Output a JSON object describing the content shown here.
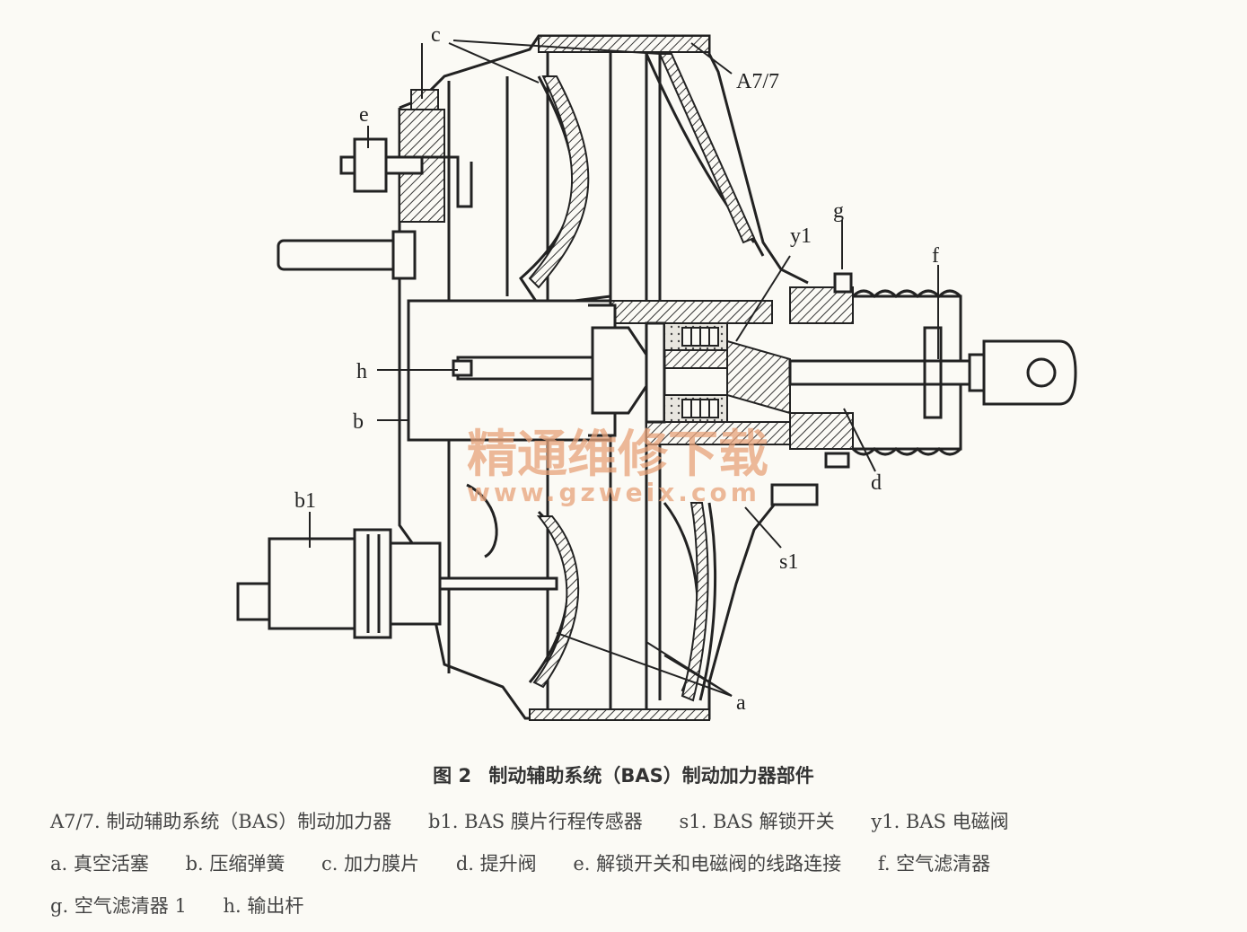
{
  "labels": {
    "c": "c",
    "a77": "A7/7",
    "e": "e",
    "g": "g",
    "y1": "y1",
    "f": "f",
    "h": "h",
    "b": "b",
    "d": "d",
    "b1": "b1",
    "s1": "s1",
    "a": "a"
  },
  "watermark": {
    "line1": "精通维修下载",
    "line2": "www.gzweix.com"
  },
  "caption": {
    "figure_no": "图 2",
    "title": "制动辅助系统（BAS）制动加力器部件"
  },
  "legend": {
    "line1": [
      "A7/7. 制动辅助系统（BAS）制动加力器",
      "b1. BAS 膜片行程传感器",
      "s1. BAS 解锁开关",
      "y1. BAS 电磁阀"
    ],
    "line2": [
      "a. 真空活塞",
      "b. 压缩弹簧",
      "c. 加力膜片",
      "d. 提升阀",
      "e. 解锁开关和电磁阀的线路连接",
      "f. 空气滤清器"
    ],
    "line3": [
      "g. 空气滤清器 1",
      "h. 输出杆"
    ]
  },
  "colors": {
    "line": "#222222",
    "hatch": "#555555",
    "watermark": "#e7a27a",
    "background": "#fbfaf5"
  }
}
